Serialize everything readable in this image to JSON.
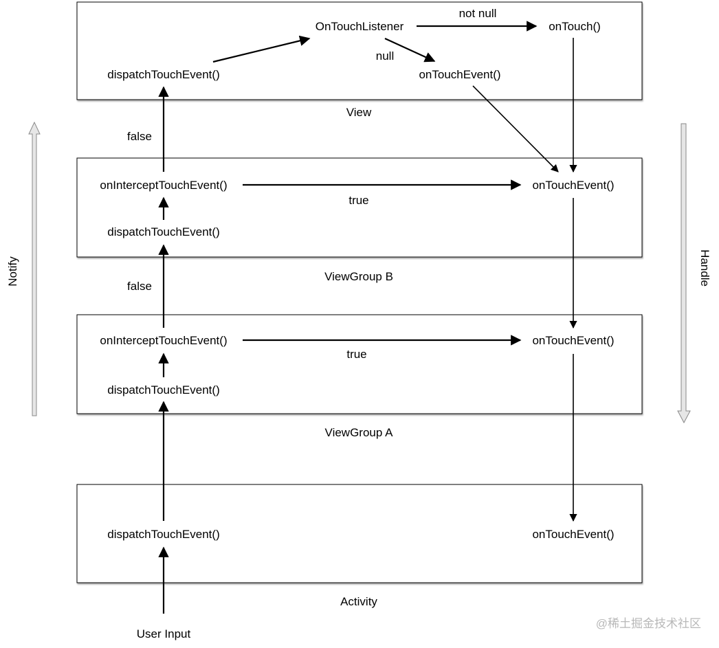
{
  "view": {
    "title": "View",
    "dispatch": "dispatchTouchEvent()",
    "listener": "OnTouchListener",
    "on_touch": "onTouch()",
    "on_touch_event": "onTouchEvent()",
    "not_null": "not null",
    "null": "null"
  },
  "viewgroup_b": {
    "title": "ViewGroup B",
    "intercept": "onInterceptTouchEvent()",
    "dispatch": "dispatchTouchEvent()",
    "on_touch_event": "onTouchEvent()",
    "true_label": "true"
  },
  "viewgroup_a": {
    "title": "ViewGroup A",
    "intercept": "onInterceptTouchEvent()",
    "dispatch": "dispatchTouchEvent()",
    "on_touch_event": "onTouchEvent()",
    "true_label": "true"
  },
  "activity": {
    "title": "Activity",
    "dispatch": "dispatchTouchEvent()",
    "on_touch_event": "onTouchEvent()"
  },
  "labels": {
    "false_b_to_view": "false",
    "false_a_to_b": "false",
    "user_input": "User Input",
    "notify": "Notify",
    "handle": "Handle"
  },
  "watermark": "@稀土掘金技术社区"
}
